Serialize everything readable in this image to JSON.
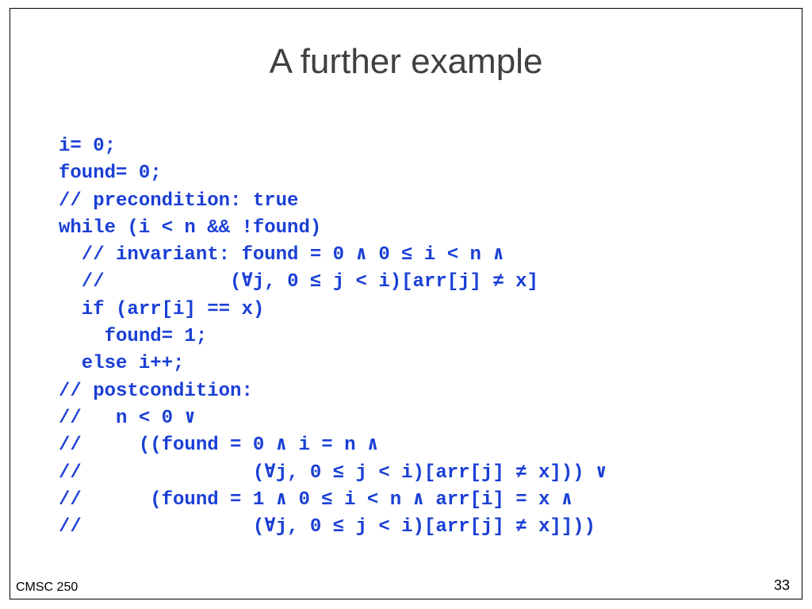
{
  "slide": {
    "title": "A further example",
    "code_lines": [
      "i= 0;",
      "found= 0;",
      "// precondition: true",
      "while (i < n && !found)",
      "  // invariant: found = 0 ∧ 0 ≤ i < n ∧",
      "  //           (∀j, 0 ≤ j < i)[arr[j] ≠ x]",
      "  if (arr[i] == x)",
      "    found= 1;",
      "  else i++;",
      "// postcondition:",
      "//   n < 0 ∨",
      "//     ((found = 0 ∧ i = n ∧",
      "//               (∀j, 0 ≤ j < i)[arr[j] ≠ x])) ∨",
      "//      (found = 1 ∧ 0 ≤ i < n ∧ arr[i] = x ∧",
      "//               (∀j, 0 ≤ j < i)[arr[j] ≠ x]]))"
    ],
    "footer_left": "CMSC 250",
    "page_number": "33"
  },
  "colors": {
    "code": "#1a3fd6",
    "title": "#404040",
    "frame": "#000000"
  }
}
